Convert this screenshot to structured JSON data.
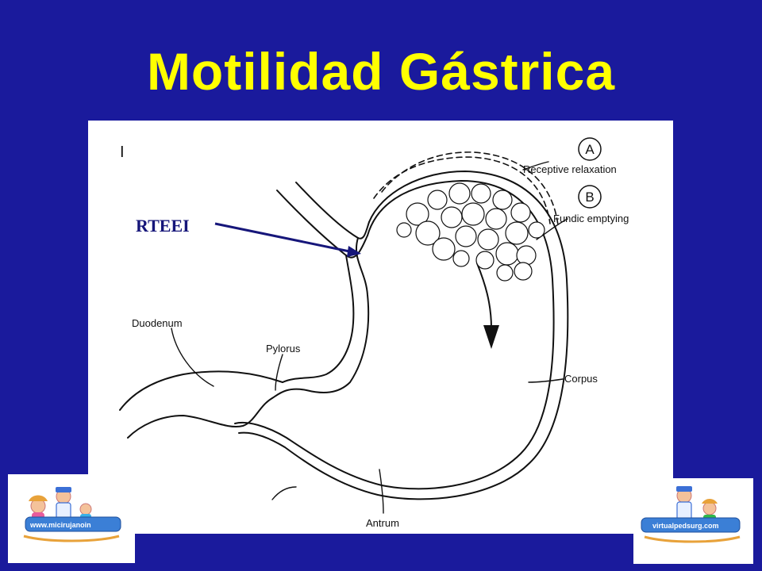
{
  "slide": {
    "title": "Motilidad Gástrica"
  },
  "diagram": {
    "corner_mark": "I",
    "labels": {
      "a_letter": "A",
      "a_text": "Receptive relaxation",
      "b_letter": "B",
      "b_text": "Fundic emptying",
      "duodenum": "Duodenum",
      "pylorus": "Pylorus",
      "corpus": "Corpus",
      "antrum": "Antrum",
      "rteei": "RTEEI"
    }
  },
  "logos": {
    "left_url": "www.micirujanoin",
    "right_url": "virtualpedsurg.com"
  },
  "colors": {
    "background": "#1a1a9c",
    "title": "#ffff00",
    "arrow": "#16167a"
  }
}
